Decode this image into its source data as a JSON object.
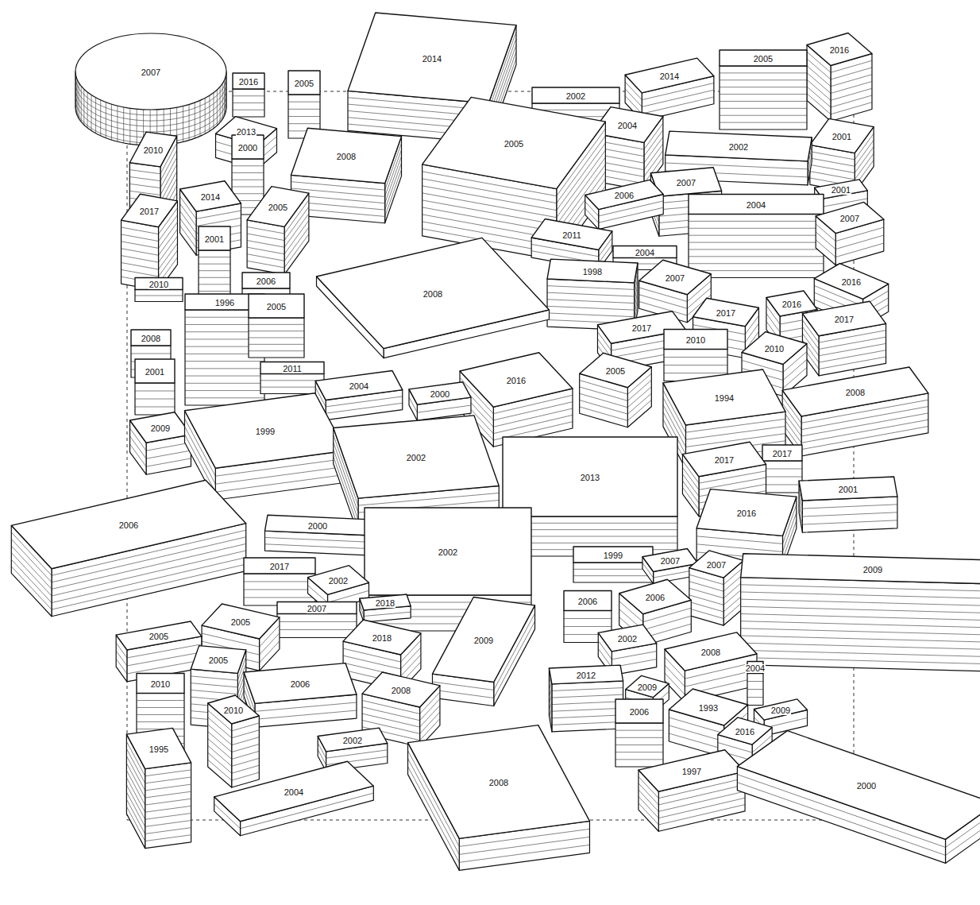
{
  "diagram": {
    "nodes": [
      {
        "text": [
          "2014"
        ]
      },
      {
        "text": [
          "2016"
        ]
      },
      {
        "text": [
          "2005"
        ]
      },
      {
        "text": [
          "2007"
        ]
      },
      {
        "text": [
          "2014"
        ]
      },
      {
        "text": [
          "2016"
        ]
      },
      {
        "text": [
          "2005"
        ]
      },
      {
        "text": [
          "2002"
        ]
      },
      {
        "text": [
          "2004"
        ]
      },
      {
        "text": [
          "2013"
        ]
      },
      {
        "text": [
          "2005"
        ]
      },
      {
        "text": [
          "2001"
        ]
      },
      {
        "text": [
          "2000"
        ]
      },
      {
        "text": [
          "2010"
        ]
      },
      {
        "text": [
          "2002"
        ]
      },
      {
        "text": [
          "2008"
        ]
      },
      {
        "text": [
          "2007"
        ]
      },
      {
        "text": [
          "2001"
        ]
      },
      {
        "text": [
          "2004"
        ]
      },
      {
        "text": [
          "2006"
        ]
      },
      {
        "text": [
          "2014"
        ]
      },
      {
        "text": [
          "2005"
        ]
      },
      {
        "text": [
          "2017"
        ]
      },
      {
        "text": [
          "2007"
        ]
      },
      {
        "text": [
          "2011"
        ]
      },
      {
        "text": [
          "2001"
        ]
      },
      {
        "text": [
          "2004"
        ]
      },
      {
        "text": [
          "1998"
        ]
      },
      {
        "text": [
          "2007"
        ]
      },
      {
        "text": [
          "2016"
        ]
      },
      {
        "text": [
          "2008"
        ]
      },
      {
        "text": [
          "2006"
        ]
      },
      {
        "text": [
          "2010"
        ]
      },
      {
        "text": [
          "1996"
        ]
      },
      {
        "text": [
          "2005"
        ]
      },
      {
        "text": [
          "2016"
        ]
      },
      {
        "text": [
          "2017"
        ]
      },
      {
        "text": [
          "2017"
        ]
      },
      {
        "text": [
          "2017"
        ]
      },
      {
        "text": [
          "2010"
        ]
      },
      {
        "text": [
          "2010"
        ]
      },
      {
        "text": [
          "2008"
        ]
      },
      {
        "text": [
          "2005"
        ]
      },
      {
        "text": [
          "2001"
        ]
      },
      {
        "text": [
          "2011"
        ]
      },
      {
        "text": [
          "2016"
        ]
      },
      {
        "text": [
          "2004"
        ]
      },
      {
        "text": [
          "2000"
        ]
      },
      {
        "text": [
          "1994"
        ]
      },
      {
        "text": [
          "2008"
        ]
      },
      {
        "text": [
          "2009"
        ]
      },
      {
        "text": [
          "1999"
        ]
      },
      {
        "text": [
          "2002"
        ]
      },
      {
        "text": [
          "2013"
        ]
      },
      {
        "text": [
          "2017"
        ]
      },
      {
        "text": [
          "2017"
        ]
      },
      {
        "text": [
          "2001"
        ]
      },
      {
        "text": [
          "2016"
        ]
      },
      {
        "text": [
          "2006"
        ]
      },
      {
        "text": [
          "2000"
        ]
      },
      {
        "text": [
          "2002"
        ]
      },
      {
        "text": [
          "1999"
        ]
      },
      {
        "text": [
          "2007"
        ]
      },
      {
        "text": [
          "2007"
        ]
      },
      {
        "text": [
          "2009"
        ]
      },
      {
        "text": [
          "2017"
        ]
      },
      {
        "text": [
          "2002"
        ]
      },
      {
        "text": [
          "2007"
        ]
      },
      {
        "text": [
          "2018"
        ]
      },
      {
        "text": [
          "2006"
        ]
      },
      {
        "text": [
          "2006"
        ]
      },
      {
        "text": [
          "2005"
        ]
      },
      {
        "text": [
          "2018"
        ]
      },
      {
        "text": [
          "2005"
        ]
      },
      {
        "text": [
          "2009"
        ]
      },
      {
        "text": [
          "2002"
        ]
      },
      {
        "text": [
          "2008"
        ]
      },
      {
        "text": [
          "2005"
        ]
      },
      {
        "text": [
          "2004"
        ]
      },
      {
        "text": [
          "2012"
        ]
      },
      {
        "text": [
          "2010"
        ]
      },
      {
        "text": [
          "2006"
        ]
      },
      {
        "text": [
          "2009"
        ]
      },
      {
        "text": [
          "2008"
        ]
      },
      {
        "text": [
          "2010"
        ]
      },
      {
        "text": [
          "1993"
        ]
      },
      {
        "text": [
          "2006"
        ]
      },
      {
        "text": [
          "2009"
        ]
      },
      {
        "text": [
          "2016"
        ]
      },
      {
        "text": [
          "2002"
        ]
      },
      {
        "text": [
          "1995"
        ]
      },
      {
        "text": [
          "2008"
        ]
      },
      {
        "text": [
          "2000"
        ]
      },
      {
        "text": [
          "1997"
        ]
      },
      {
        "text": [
          "2004"
        ]
      }
    ]
  }
}
